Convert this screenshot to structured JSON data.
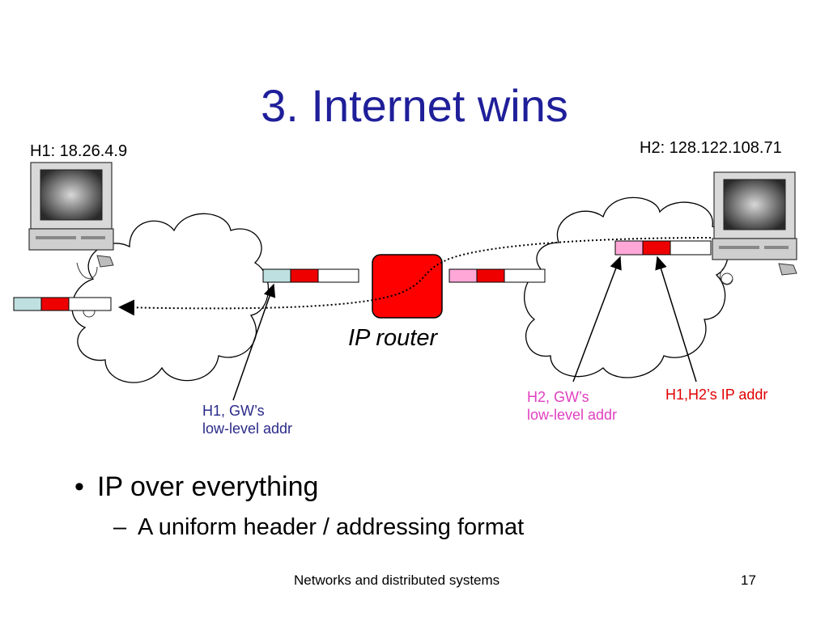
{
  "slide": {
    "title": "3. Internet wins",
    "page_number": "17",
    "footer": "Networks and distributed systems"
  },
  "hosts": {
    "h1_label": "H1: 18.26.4.9",
    "h2_label": "H2: 128.122.108.71"
  },
  "diagram": {
    "router_label": "IP router",
    "callout_h1_gw_line1": "H1, GW’s",
    "callout_h1_gw_line2": "low-level addr",
    "callout_h2_gw_line1": "H2, GW’s",
    "callout_h2_gw_line2": "low-level addr",
    "callout_ip_addr": "H1,H2’s IP addr"
  },
  "colors": {
    "title": "#1f1f9a",
    "h1_gw_callout": "#2a2a8a",
    "h2_gw_callout": "#e040c0",
    "ip_addr_callout": "#e00000",
    "router_fill": "#ff0000",
    "packet_light_blue": "#bfe0e0",
    "packet_pink": "#ffa8d8",
    "packet_red": "#ee0000"
  },
  "bullets": [
    {
      "text": "IP over everything"
    },
    {
      "text": "A uniform header / addressing format"
    }
  ]
}
